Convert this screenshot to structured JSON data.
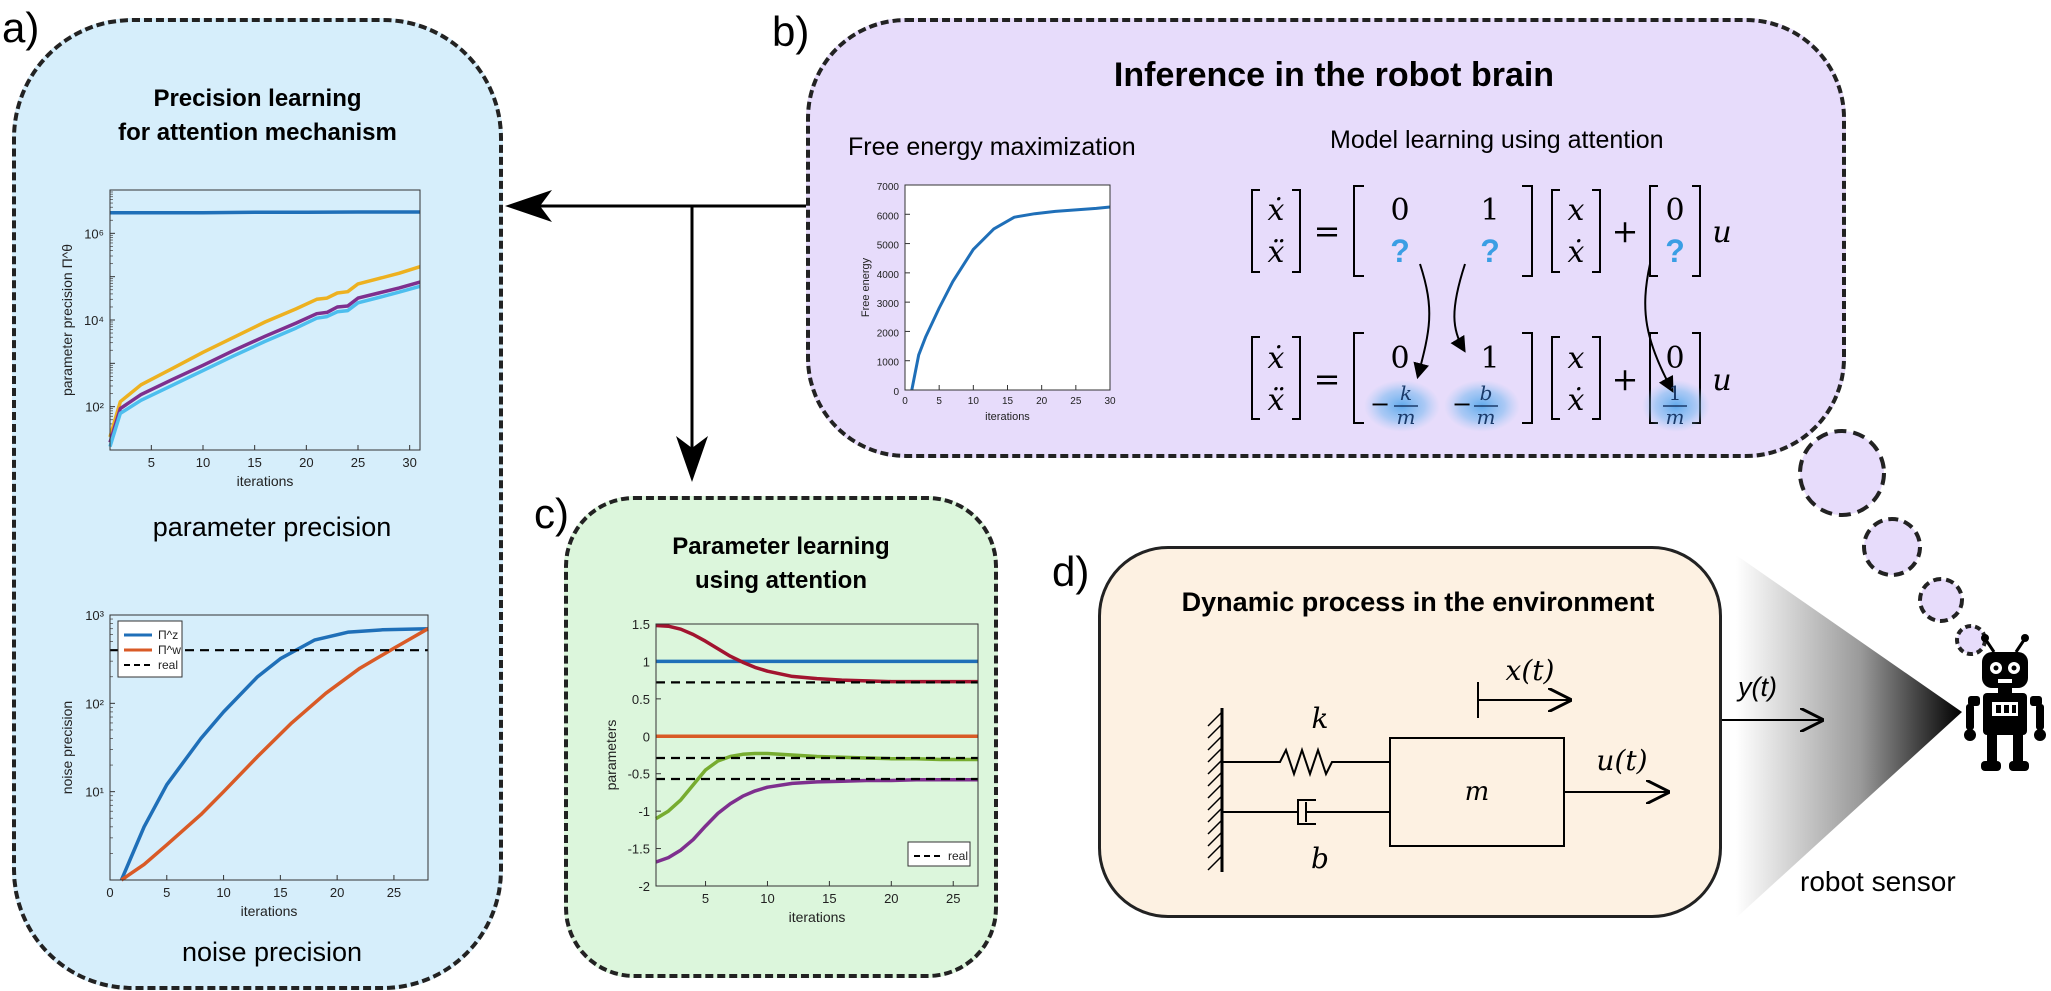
{
  "colors": {
    "panel_a": "#d6eefb",
    "panel_b": "#e7dcfb",
    "panel_c": "#dcf6dc",
    "panel_d": "#fdf1e2",
    "series_blue": "#1f6fb8",
    "series_orange": "#d95a26",
    "series_yellow": "#edb120",
    "series_purple": "#7e2f8e",
    "series_cyan": "#4dbeee",
    "series_darkred": "#a2142f",
    "series_green": "#77ac30",
    "unknown_mark": "#3a9ee4"
  },
  "panel_a": {
    "letter": "a)",
    "title_line1": "Precision learning",
    "title_line2": "for attention mechanism",
    "caption_top": "parameter precision",
    "caption_bottom": "noise precision"
  },
  "panel_b": {
    "letter": "b)",
    "title": "Inference in the robot brain",
    "subtitle_left": "Free energy maximization",
    "subtitle_right": "Model learning using attention"
  },
  "panel_c": {
    "letter": "c)",
    "title_line1": "Parameter learning",
    "title_line2": "using attention"
  },
  "panel_d": {
    "letter": "d)",
    "title": "Dynamic process in the environment",
    "label_k": "k",
    "label_b": "b",
    "label_m": "m",
    "label_x": "x(t)",
    "label_u": "u(t)",
    "label_y": "y(t)",
    "sensor_label": "robot sensor"
  },
  "equations": {
    "top": {
      "lhs": [
        "ẋ",
        "ẍ"
      ],
      "eq": "=",
      "A_row1": [
        "0",
        "1"
      ],
      "A_row2": [
        "?",
        "?"
      ],
      "state": [
        "x",
        "ẋ"
      ],
      "plus": "+",
      "B": [
        "0",
        "?"
      ],
      "u": "u"
    },
    "bottom": {
      "lhs": [
        "ẋ",
        "ẍ"
      ],
      "eq": "=",
      "A_row1": [
        "0",
        "1"
      ],
      "A_row2_num": [
        "k",
        "b"
      ],
      "A_row2_den": [
        "m",
        "m"
      ],
      "minus": "−",
      "state": [
        "x",
        "ẋ"
      ],
      "plus": "+",
      "B_top": "0",
      "B_num": "1",
      "B_den": "m",
      "u": "u"
    }
  },
  "chart_data": [
    {
      "id": "parameter_precision",
      "type": "line",
      "ylabel": "parameter precision Π^θ",
      "xlabel": "iterations",
      "y_scale": "log",
      "xlim": [
        1,
        31
      ],
      "ylim": [
        10,
        10000000
      ],
      "xticks": [
        5,
        10,
        15,
        20,
        25,
        30
      ],
      "ytick_labels": [
        "10²",
        "10⁴",
        "10⁶"
      ],
      "series": [
        {
          "color": "#1f6fb8",
          "x": [
            1,
            5,
            10,
            15,
            20,
            25,
            31
          ],
          "y": [
            3000000,
            3000000,
            3000000,
            3050000,
            3050000,
            3100000,
            3100000
          ]
        },
        {
          "color": "#edb120",
          "x": [
            1,
            2,
            4,
            7,
            10,
            13,
            16,
            19,
            21,
            22,
            23,
            24,
            25,
            27,
            29,
            31
          ],
          "y": [
            20,
            130,
            320,
            750,
            1800,
            4000,
            9000,
            18000,
            30000,
            32000,
            42000,
            45000,
            68000,
            90000,
            120000,
            170000
          ]
        },
        {
          "color": "#7e2f8e",
          "x": [
            1,
            2,
            4,
            7,
            10,
            13,
            16,
            19,
            21,
            22,
            23,
            24,
            25,
            27,
            29,
            31
          ],
          "y": [
            15,
            90,
            190,
            420,
            900,
            2000,
            4200,
            8500,
            14000,
            15000,
            20000,
            21000,
            32000,
            42000,
            55000,
            75000
          ]
        },
        {
          "color": "#4dbeee",
          "x": [
            1,
            2,
            4,
            7,
            10,
            13,
            16,
            19,
            21,
            22,
            23,
            24,
            25,
            27,
            29,
            31
          ],
          "y": [
            12,
            70,
            140,
            310,
            680,
            1500,
            3200,
            6500,
            11000,
            12000,
            15500,
            16500,
            25000,
            33000,
            44000,
            60000
          ]
        }
      ]
    },
    {
      "id": "noise_precision",
      "type": "line",
      "ylabel": "noise precision",
      "xlabel": "iterations",
      "y_scale": "log",
      "xlim": [
        0,
        28
      ],
      "ylim": [
        1,
        1000
      ],
      "xticks": [
        0,
        5,
        10,
        15,
        20,
        25
      ],
      "ytick_labels": [
        "10¹",
        "10²",
        "10³"
      ],
      "legend": [
        "Π^z",
        "Π^w",
        "real"
      ],
      "legend_position": "top-left",
      "series": [
        {
          "name": "Π^z",
          "color": "#1f6fb8",
          "x": [
            1,
            3,
            5,
            8,
            10,
            13,
            15,
            18,
            21,
            24,
            28
          ],
          "y": [
            1,
            4,
            12,
            40,
            80,
            200,
            320,
            520,
            640,
            680,
            700
          ]
        },
        {
          "name": "Π^w",
          "color": "#d95a26",
          "x": [
            1,
            3,
            5,
            8,
            10,
            13,
            16,
            19,
            22,
            25,
            28
          ],
          "y": [
            1,
            1.5,
            2.5,
            5.5,
            10,
            25,
            60,
            130,
            250,
            420,
            700
          ]
        },
        {
          "name": "real",
          "color": "#000000",
          "dashed": true,
          "x": [
            0,
            28
          ],
          "y": [
            400,
            400
          ]
        }
      ]
    },
    {
      "id": "free_energy",
      "type": "line",
      "ylabel": "Free energy",
      "xlabel": "iterations",
      "xlim": [
        0,
        30
      ],
      "ylim": [
        0,
        7000
      ],
      "xticks": [
        0,
        5,
        10,
        15,
        20,
        25,
        30
      ],
      "yticks": [
        0,
        1000,
        2000,
        3000,
        4000,
        5000,
        6000,
        7000
      ],
      "series": [
        {
          "color": "#1f6fb8",
          "x": [
            1,
            2,
            3,
            5,
            7,
            10,
            13,
            16,
            19,
            22,
            25,
            28,
            30
          ],
          "y": [
            0,
            1200,
            1800,
            2800,
            3700,
            4800,
            5500,
            5900,
            6020,
            6100,
            6150,
            6200,
            6250
          ]
        }
      ]
    },
    {
      "id": "parameters",
      "type": "line",
      "ylabel": "parameters",
      "xlabel": "iterations",
      "xlim": [
        1,
        27
      ],
      "ylim": [
        -2,
        1.5
      ],
      "xticks": [
        5,
        10,
        15,
        20,
        25
      ],
      "yticks": [
        -2,
        -1.5,
        -1,
        -0.5,
        0,
        0.5,
        1,
        1.5
      ],
      "legend": [
        "real"
      ],
      "legend_position": "bottom-right",
      "series": [
        {
          "color": "#1f6fb8",
          "x": [
            1,
            27
          ],
          "y": [
            1,
            1
          ]
        },
        {
          "color": "#d95a26",
          "x": [
            1,
            27
          ],
          "y": [
            0,
            0
          ]
        },
        {
          "color": "#a2142f",
          "x": [
            1,
            2,
            3,
            4,
            5,
            6,
            7,
            8,
            9,
            10,
            12,
            14,
            16,
            18,
            20,
            22,
            24,
            27
          ],
          "y": [
            1.48,
            1.47,
            1.43,
            1.36,
            1.27,
            1.17,
            1.07,
            0.99,
            0.92,
            0.87,
            0.8,
            0.77,
            0.75,
            0.74,
            0.73,
            0.73,
            0.73,
            0.73
          ]
        },
        {
          "color": "#77ac30",
          "x": [
            1,
            2,
            3,
            4,
            5,
            6,
            7,
            8,
            9,
            10,
            11,
            12,
            13,
            14,
            16,
            18,
            20,
            22,
            24,
            27
          ],
          "y": [
            -1.1,
            -1.0,
            -0.85,
            -0.65,
            -0.45,
            -0.33,
            -0.27,
            -0.24,
            -0.23,
            -0.23,
            -0.24,
            -0.25,
            -0.26,
            -0.27,
            -0.28,
            -0.29,
            -0.3,
            -0.3,
            -0.31,
            -0.31
          ]
        },
        {
          "color": "#7e2f8e",
          "x": [
            1,
            2,
            3,
            4,
            5,
            6,
            7,
            8,
            9,
            10,
            12,
            14,
            16,
            18,
            20,
            22,
            24,
            27
          ],
          "y": [
            -1.68,
            -1.62,
            -1.52,
            -1.38,
            -1.2,
            -1.03,
            -0.9,
            -0.8,
            -0.73,
            -0.68,
            -0.63,
            -0.61,
            -0.6,
            -0.59,
            -0.59,
            -0.58,
            -0.58,
            -0.58
          ]
        },
        {
          "name": "real",
          "color": "#000000",
          "dashed": true,
          "x": [
            1,
            27
          ],
          "y": [
            0.72,
            0.72
          ]
        },
        {
          "name": "real",
          "color": "#000000",
          "dashed": true,
          "x": [
            1,
            27
          ],
          "y": [
            -0.29,
            -0.29
          ]
        },
        {
          "name": "real",
          "color": "#000000",
          "dashed": true,
          "x": [
            1,
            27
          ],
          "y": [
            -0.57,
            -0.57
          ]
        }
      ]
    }
  ]
}
